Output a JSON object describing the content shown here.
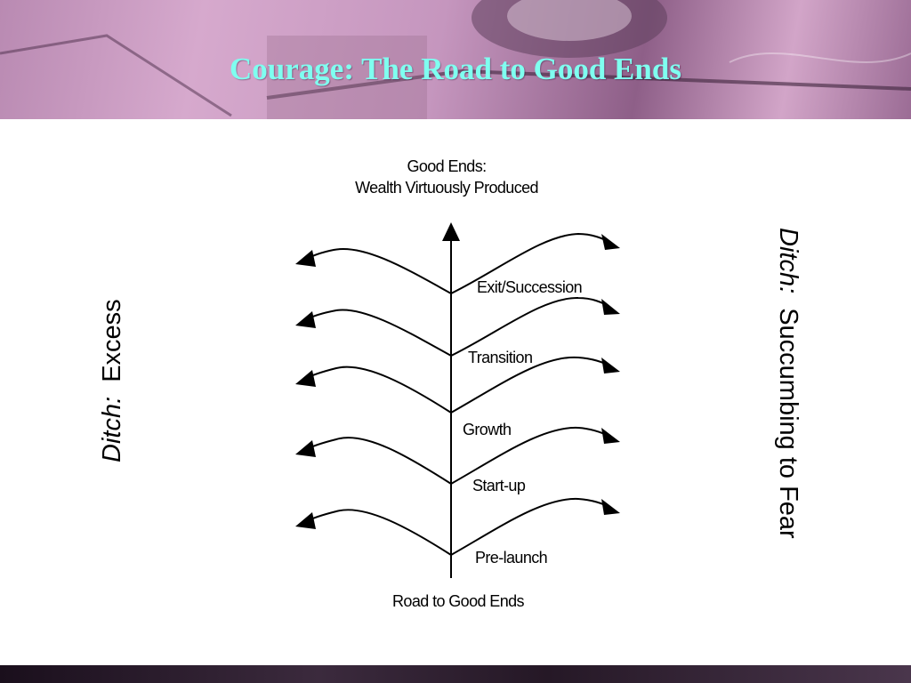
{
  "slide": {
    "title": "Courage: The Road to Good Ends"
  },
  "diagram": {
    "goal_line1": "Good Ends:",
    "goal_line2": "Wealth Virtuously Produced",
    "road_label": "Road to Good Ends",
    "left_ditch_italic": "Ditch:",
    "left_ditch_text": "Excess",
    "right_ditch_italic": "Ditch:",
    "right_ditch_text": "Succumbing to Fear",
    "stages": [
      "Exit/Succession",
      "Transition",
      "Growth",
      "Start-up",
      "Pre-launch"
    ]
  },
  "colors": {
    "title": "#7ffff0",
    "header_tint": "#c596be",
    "line": "#000000"
  }
}
